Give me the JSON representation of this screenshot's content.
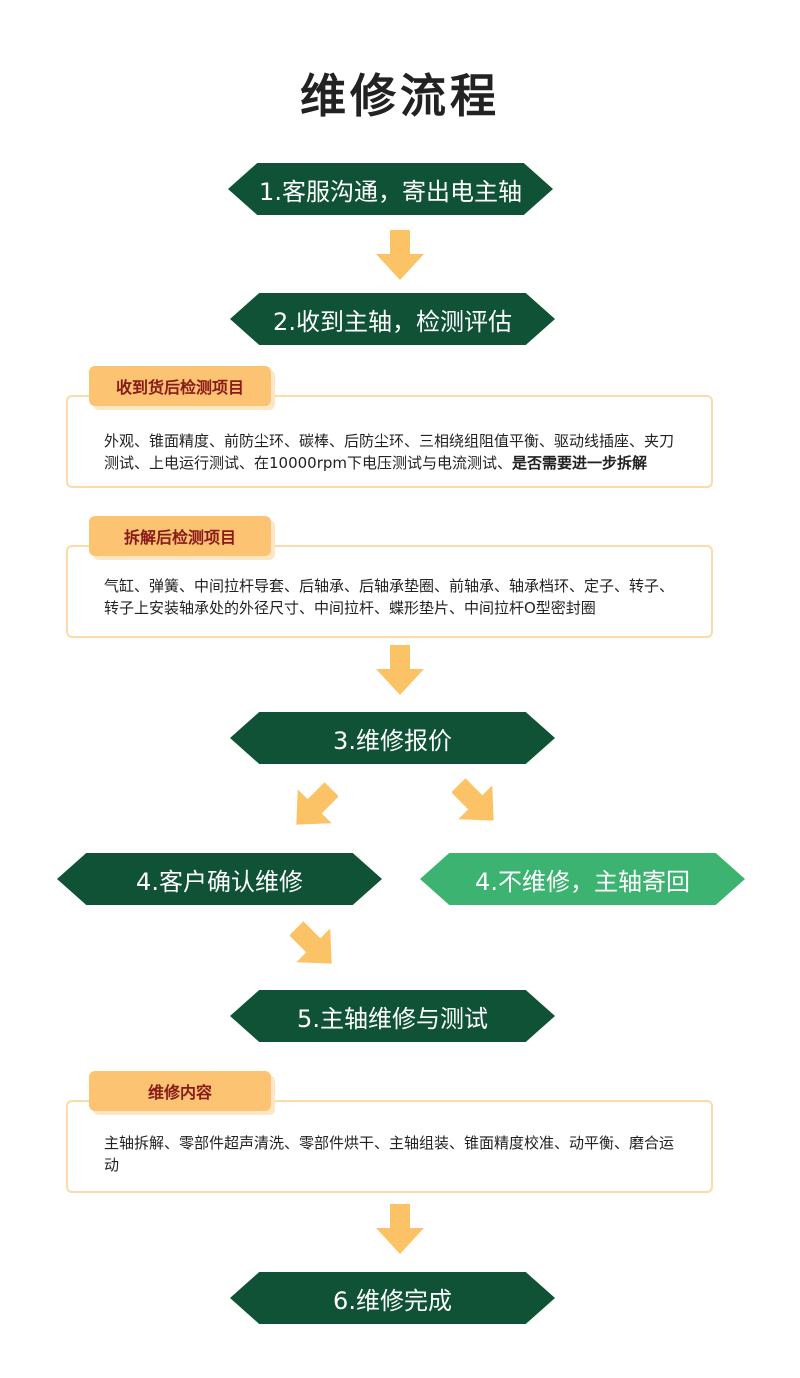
{
  "title": "维修流程",
  "colors": {
    "dark_green": "#0f5236",
    "light_green": "#3cb371",
    "arrow_orange": "#fbc365",
    "tag_bg": "#fbc372",
    "box_border": "#fbdba9"
  },
  "steps": {
    "s1": "1.客服沟通，寄出电主轴",
    "s2": "2.收到主轴，检测评估",
    "s3": "3.维修报价",
    "s4a": "4.客户确认维修",
    "s4b": "4.不维修，主轴寄回",
    "s5": "5.主轴维修与测试",
    "s6": "6.维修完成"
  },
  "box1": {
    "tag": "收到货后检测项目",
    "text": "外观、锥面精度、前防尘环、碳棒、后防尘环、三相绕组阻值平衡、驱动线插座、夹刀测试、上电运行测试、在10000rpm下电压测试与电流测试、",
    "bold_text": "是否需要进一步拆解"
  },
  "box2": {
    "tag": "拆解后检测项目",
    "text": "气缸、弹簧、中间拉杆导套、后轴承、后轴承垫圈、前轴承、轴承档环、定子、转子、转子上安装轴承处的外径尺寸、中间拉杆、蝶形垫片、中间拉杆O型密封圈"
  },
  "box3": {
    "tag": "维修内容",
    "text": "主轴拆解、零部件超声清洗、零部件烘干、主轴组装、锥面精度校准、动平衡、磨合运动"
  }
}
